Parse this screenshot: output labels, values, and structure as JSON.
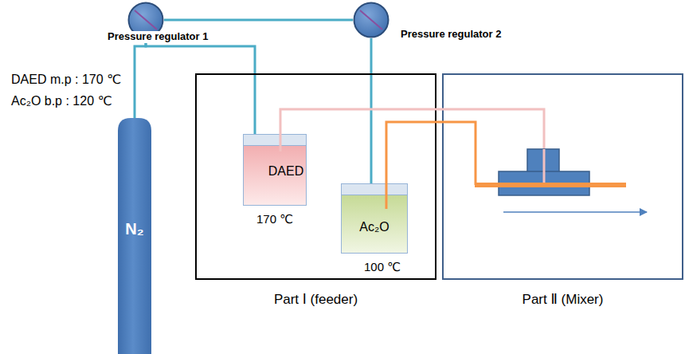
{
  "diagram": {
    "nodes": [
      {
        "text": [
          "Pressure regulator 1"
        ]
      },
      {
        "text": [
          "Pressure regulator 2"
        ]
      },
      {
        "text": [
          "N₂"
        ]
      },
      {
        "text": [
          "Part Ⅰ (feeder)"
        ]
      },
      {
        "text": [
          "DAED",
          "170 ℃"
        ],
        "in": 3
      },
      {
        "text": [
          "Ac₂O",
          "100 ℃"
        ],
        "in": 3
      },
      {
        "text": [
          "Part Ⅱ (Mixer)"
        ]
      }
    ],
    "edges": [
      {
        "from": 2,
        "to": 0,
        "arrow": "none"
      },
      {
        "from": 0,
        "to": 1,
        "arrow": "none"
      },
      {
        "from": 0,
        "to": 4,
        "arrow": "none"
      },
      {
        "from": 1,
        "to": 5,
        "arrow": "none"
      }
    ],
    "labels": [
      "DAED m.p : 170 ℃",
      "Ac₂O b.p : 120 ℃"
    ]
  }
}
